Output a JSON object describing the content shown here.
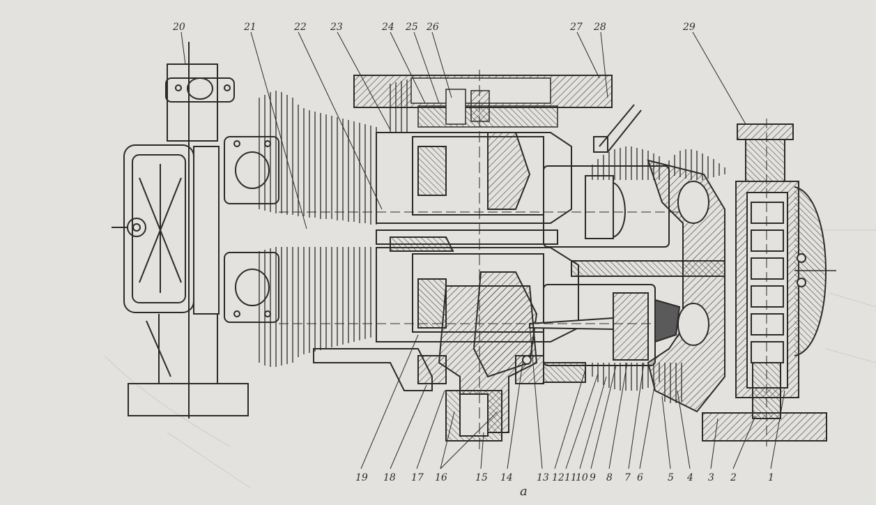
{
  "figure": {
    "sublabel": "а",
    "callouts_top": [
      "20",
      "21",
      "22",
      "23",
      "24",
      "25",
      "26",
      "27",
      "28",
      "29"
    ],
    "callouts_bottom": [
      "19",
      "18",
      "17",
      "16",
      "15",
      "14",
      "13",
      "12",
      "11",
      "10",
      "9",
      "8",
      "7",
      "6",
      "5",
      "4",
      "3",
      "2",
      "1"
    ]
  }
}
